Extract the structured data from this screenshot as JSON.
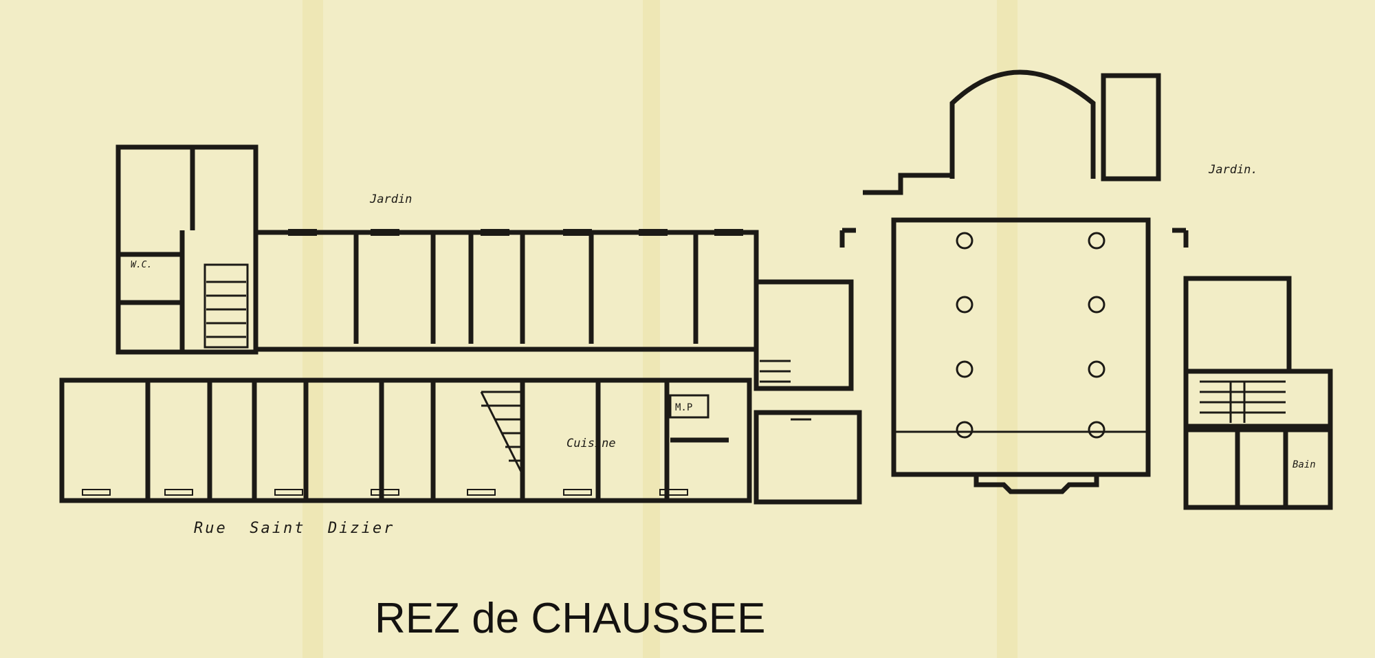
{
  "title": "REZ de CHAUSSEE",
  "labels": {
    "garden_left": "Jardin",
    "garden_right": "Jardin.",
    "wc": "W.C.",
    "mp": "M.P",
    "kitchen": "Cuisine",
    "bath": "Bain",
    "street": "Rue  Saint  Dizier"
  },
  "colors": {
    "paper": "#f2edc6",
    "ink": "#1c1a16"
  }
}
